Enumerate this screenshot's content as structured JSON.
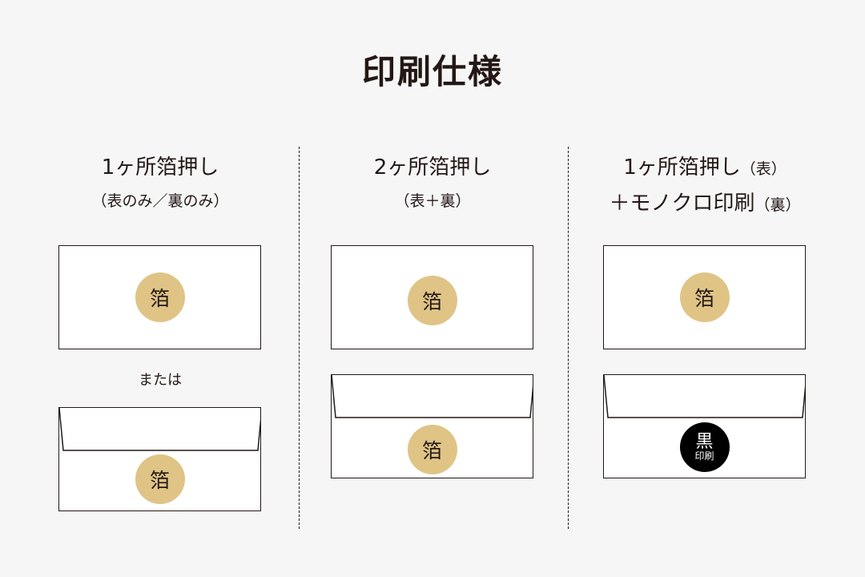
{
  "title": "印刷仕様",
  "columns": [
    {
      "heading": "1ヶ所箔押し",
      "subheading": "（表のみ／裏のみ）",
      "front_mark": "箔",
      "separator": "または",
      "back_mark": "箔"
    },
    {
      "heading": "2ヶ所箔押し",
      "subheading": "（表＋裏）",
      "front_mark": "箔",
      "back_mark": "箔"
    },
    {
      "heading": "1ヶ所箔押し",
      "heading_suffix": "（表）",
      "heading2": "＋モノクロ印刷",
      "heading2_suffix": "（裏）",
      "front_mark": "箔",
      "back_mark_main": "黒",
      "back_mark_sub": "印刷"
    }
  ],
  "colors": {
    "foil": "#dfc486",
    "black_print": "#000000",
    "background": "#f6f6f6",
    "line": "#231815"
  }
}
